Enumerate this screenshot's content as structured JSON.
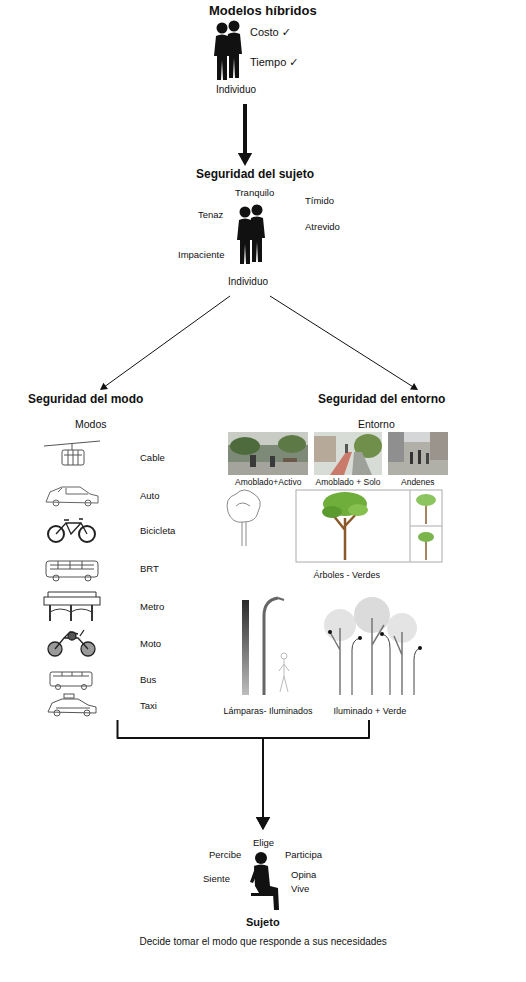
{
  "diagram": {
    "title": "Modelos híbridos",
    "caption": "Decide tomar el modo que responde a sus necesidades",
    "nodes": [
      {
        "text": [
          "Costo ✓",
          "Tiempo ✓",
          "Individuo"
        ]
      },
      {
        "text": [
          "Seguridad del sujeto",
          "Tranquilo",
          "Tímido",
          "Tenaz",
          "Atrevido",
          "Impaciente",
          "Individuo"
        ]
      },
      {
        "text": [
          "Seguridad del modo",
          "Modos",
          "Cable",
          "Auto",
          "Bicicleta",
          "BRT",
          "Metro",
          "Moto",
          "Bus",
          "Taxi"
        ]
      },
      {
        "text": [
          "Seguridad del entorno",
          "Entorno",
          "Amoblado+Activo",
          "Amoblado + Solo",
          "Andenes",
          "Árboles - Verdes",
          "Lámparas- Iluminados",
          "Iluminado + Verde"
        ]
      },
      {
        "text": [
          "Elige",
          "Percibe",
          "Participa",
          "Siente",
          "Opina",
          "Vive",
          "Sujeto"
        ]
      }
    ],
    "edges": [
      {
        "from": 0,
        "to": 1,
        "arrow": "to"
      },
      {
        "from": 1,
        "to": 2,
        "arrow": "to"
      },
      {
        "from": 1,
        "to": 3,
        "arrow": "to"
      },
      {
        "from": 2,
        "to": 4,
        "arrow": "to"
      },
      {
        "from": 3,
        "to": 4,
        "arrow": "to"
      }
    ]
  }
}
